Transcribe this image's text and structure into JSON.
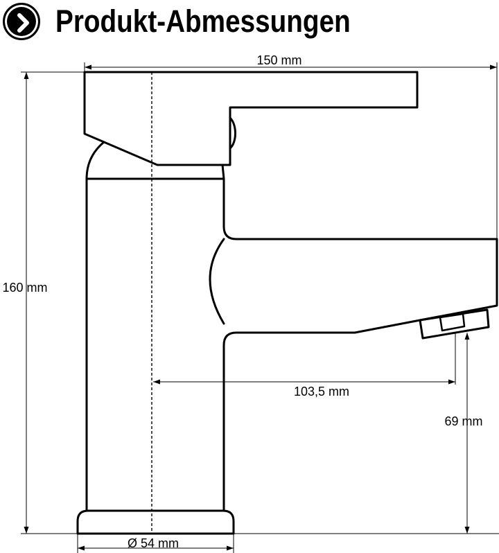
{
  "header": {
    "title": "Produkt-Abmessungen",
    "badge_icon": "chevron-right-icon"
  },
  "dimensions": {
    "width": "150 mm",
    "height": "160 mm",
    "reach": "103,5 mm",
    "spout_height": "69 mm",
    "base_diameter": "Ø 54 mm"
  },
  "colors": {
    "line": "#000000",
    "background": "#ffffff"
  }
}
